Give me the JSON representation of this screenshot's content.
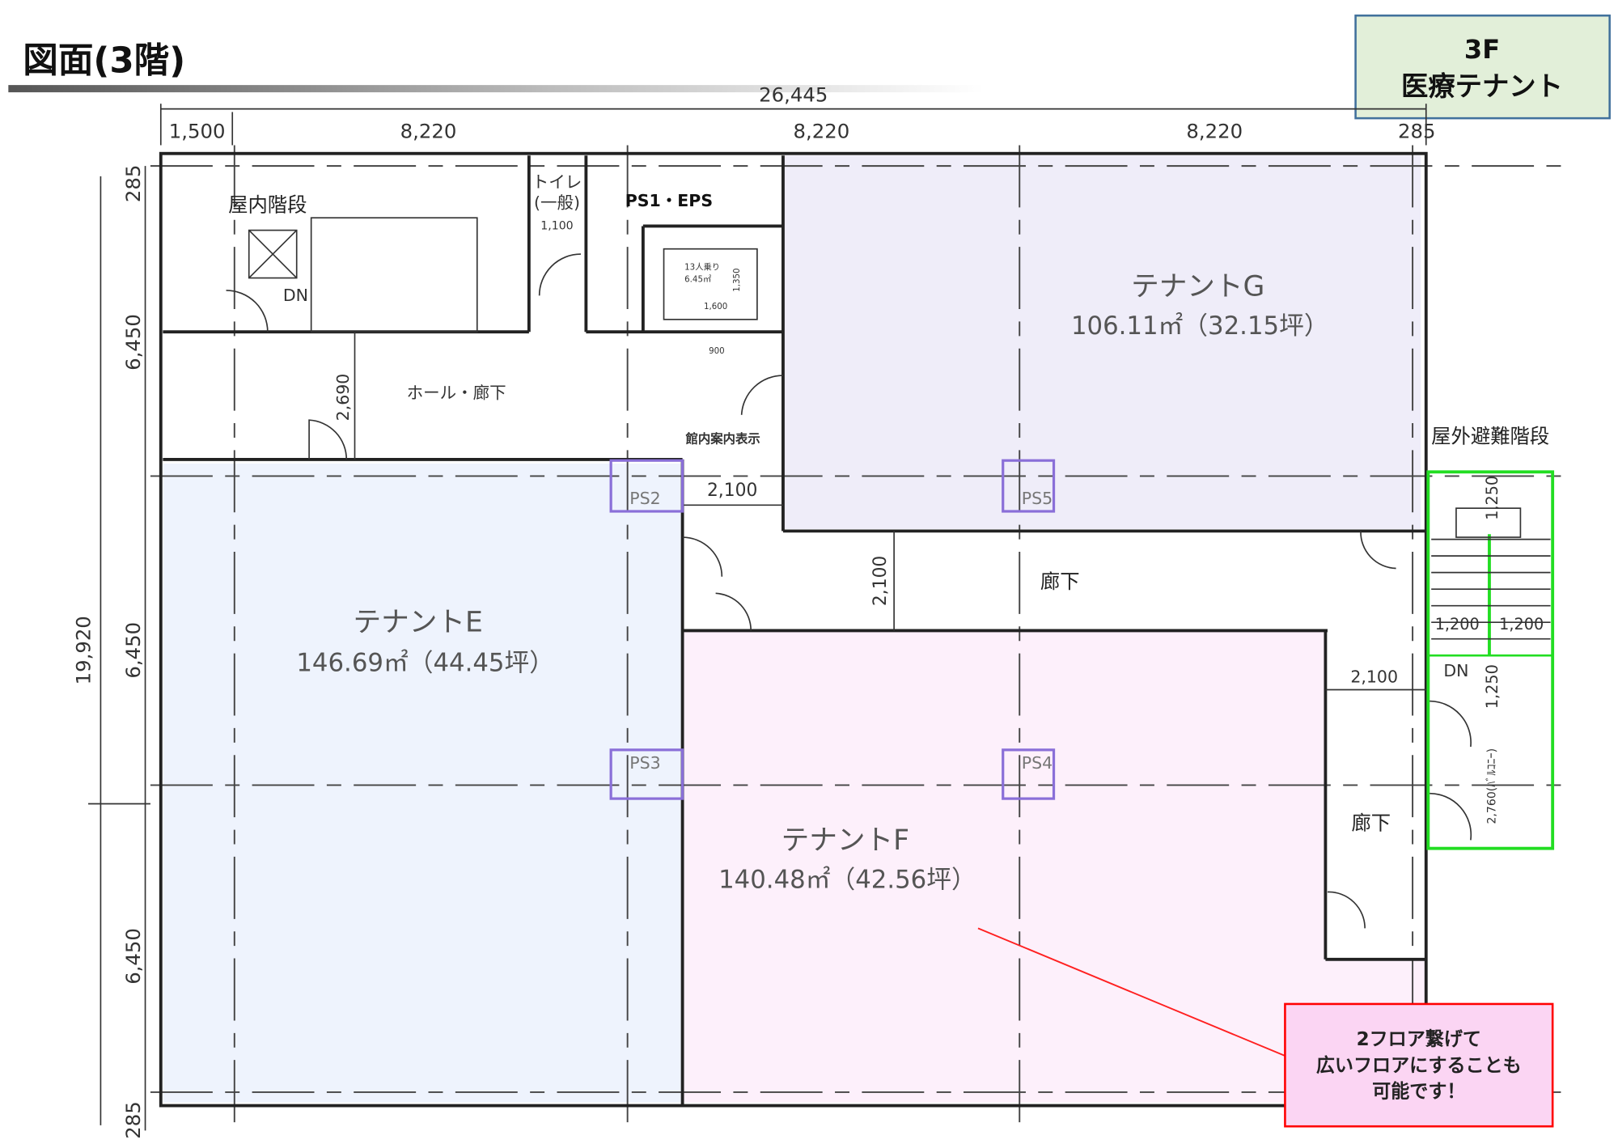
{
  "header": {
    "title": "図面(3階)",
    "badge_floor": "3F",
    "badge_use": "医療テナント"
  },
  "dimensions": {
    "total_width": "26,445",
    "spans": [
      "1,500",
      "8,220",
      "8,220",
      "8,220",
      "285"
    ],
    "total_depth": "19,920",
    "depth_spans": [
      "285",
      "6,450",
      "6,450",
      "6,450",
      "285"
    ]
  },
  "rooms": {
    "indoor_stairs": "屋内階段",
    "dn1": "DN",
    "toilet_1": "トイレ",
    "toilet_2": "(一般)",
    "toilet_dim": "1,100",
    "ps1_eps": "PS1・EPS",
    "elevator_cap": "13人乗り",
    "elevator_area": "6.45㎡",
    "elevator_w": "1,600",
    "elevator_d": "1,350",
    "elevator_door": "900",
    "hall": "ホール・廊下",
    "hall_dim": "2,690",
    "guide": "館内案内表示",
    "corridor_dim1": "2,100",
    "corridor_dim2": "2,100",
    "corridor1": "廊下",
    "outdoor_stairs": "屋外避難階段",
    "stair_w1": "1,200",
    "stair_w2": "1,200",
    "dn2": "DN",
    "stair_d1": "1,250",
    "stair_d2": "1,250",
    "balcony": "2,760(ﾊﾞﾙｺﾆｰ)",
    "corridor_dim3": "2,100",
    "corridor2": "廊下",
    "ps": [
      "PS2",
      "PS3",
      "PS4",
      "PS5"
    ]
  },
  "tenants": [
    {
      "name": "テナントG",
      "area": "106.11㎡（32.15坪）",
      "color": "#efedf9"
    },
    {
      "name": "テナントE",
      "area": "146.69㎡（44.45坪）",
      "color": "#eef3fd"
    },
    {
      "name": "テナントF",
      "area": "140.48㎡（42.56坪）",
      "color": "#fdf0fb"
    }
  ],
  "callout": {
    "lines": [
      "2フロア繋げて",
      "広いフロアにすることも",
      "可能です！"
    ]
  },
  "colors": {
    "badge_bg": "#e2efd9",
    "badge_border": "#41719c",
    "ps": "#8a6fd8",
    "stair": "#22dd22",
    "callout_bg": "#fbd5f3",
    "callout_border": "#ff0000"
  }
}
